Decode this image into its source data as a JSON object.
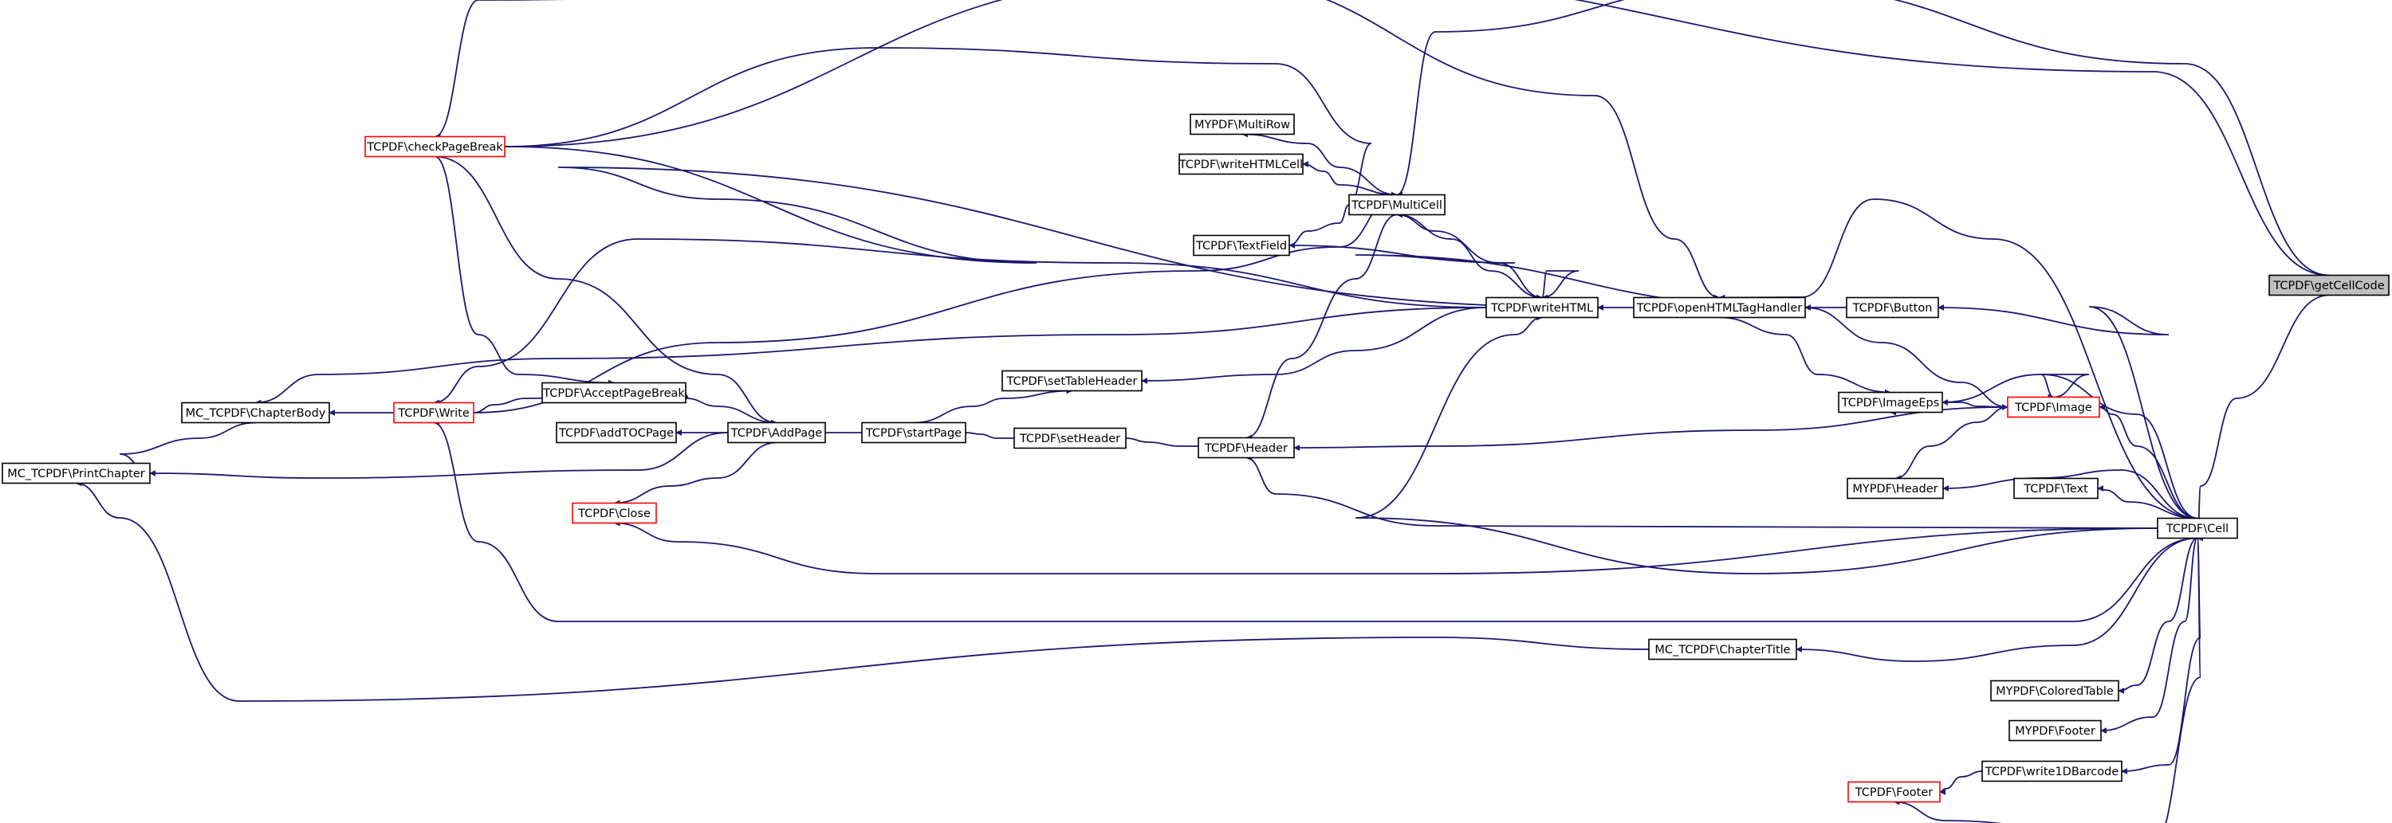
{
  "graph": {
    "type": "call-graph",
    "colors": {
      "edge": "#191970",
      "node_border": "#000000",
      "node_border_truncated": "#ff0000",
      "root_fill": "#bfbfbf",
      "node_fill": "#ffffff"
    },
    "nodes": [
      {
        "id": "getCellCode",
        "label": "TCPDF\\getCellCode",
        "style": "root"
      },
      {
        "id": "Cell",
        "label": "TCPDF\\Cell",
        "style": "normal"
      },
      {
        "id": "Button",
        "label": "TCPDF\\Button",
        "style": "normal"
      },
      {
        "id": "openHTMLTagHandler",
        "label": "TCPDF\\openHTMLTagHandler",
        "style": "normal"
      },
      {
        "id": "writeHTML",
        "label": "TCPDF\\writeHTML",
        "style": "normal"
      },
      {
        "id": "MultiCell",
        "label": "TCPDF\\MultiCell",
        "style": "normal"
      },
      {
        "id": "MultiRow",
        "label": "MYPDF\\MultiRow",
        "style": "normal"
      },
      {
        "id": "writeHTMLCell",
        "label": "TCPDF\\writeHTMLCell",
        "style": "normal"
      },
      {
        "id": "TextField",
        "label": "TCPDF\\TextField",
        "style": "normal"
      },
      {
        "id": "checkPageBreak",
        "label": "TCPDF\\checkPageBreak",
        "style": "red"
      },
      {
        "id": "setTableHeader",
        "label": "TCPDF\\setTableHeader",
        "style": "normal"
      },
      {
        "id": "startPage",
        "label": "TCPDF\\startPage",
        "style": "normal"
      },
      {
        "id": "setHeader",
        "label": "TCPDF\\setHeader",
        "style": "normal"
      },
      {
        "id": "HeaderT",
        "label": "TCPDF\\Header",
        "style": "normal"
      },
      {
        "id": "AddPage",
        "label": "TCPDF\\AddPage",
        "style": "normal"
      },
      {
        "id": "addTOCPage",
        "label": "TCPDF\\addTOCPage",
        "style": "normal"
      },
      {
        "id": "Close",
        "label": "TCPDF\\Close",
        "style": "red"
      },
      {
        "id": "AcceptPageBreak",
        "label": "TCPDF\\AcceptPageBreak",
        "style": "normal"
      },
      {
        "id": "Write",
        "label": "TCPDF\\Write",
        "style": "red"
      },
      {
        "id": "ChapterBody",
        "label": "MC_TCPDF\\ChapterBody",
        "style": "normal"
      },
      {
        "id": "PrintChapter",
        "label": "MC_TCPDF\\PrintChapter",
        "style": "normal"
      },
      {
        "id": "ImageEps",
        "label": "TCPDF\\ImageEps",
        "style": "normal"
      },
      {
        "id": "Image",
        "label": "TCPDF\\Image",
        "style": "red"
      },
      {
        "id": "MYHeader",
        "label": "MYPDF\\Header",
        "style": "normal"
      },
      {
        "id": "Text",
        "label": "TCPDF\\Text",
        "style": "normal"
      },
      {
        "id": "ChapterTitle",
        "label": "MC_TCPDF\\ChapterTitle",
        "style": "normal"
      },
      {
        "id": "ColoredTable",
        "label": "MYPDF\\ColoredTable",
        "style": "normal"
      },
      {
        "id": "MYFooter",
        "label": "MYPDF\\Footer",
        "style": "normal"
      },
      {
        "id": "write1DBarcode",
        "label": "TCPDF\\write1DBarcode",
        "style": "normal"
      },
      {
        "id": "FooterT",
        "label": "TCPDF\\Footer",
        "style": "red"
      }
    ],
    "edges": [
      [
        "getCellCode",
        "Cell"
      ],
      [
        "getCellCode",
        "MultiCell"
      ],
      [
        "getCellCode",
        "checkPageBreak"
      ],
      [
        "Cell",
        "Button"
      ],
      [
        "Cell",
        "openHTMLTagHandler"
      ],
      [
        "Cell",
        "writeHTML"
      ],
      [
        "Cell",
        "ImageEps"
      ],
      [
        "Cell",
        "Image"
      ],
      [
        "Cell",
        "MYHeader"
      ],
      [
        "Cell",
        "Text"
      ],
      [
        "Cell",
        "HeaderT"
      ],
      [
        "Cell",
        "Close"
      ],
      [
        "Cell",
        "Write"
      ],
      [
        "Cell",
        "ChapterTitle"
      ],
      [
        "Cell",
        "ColoredTable"
      ],
      [
        "Cell",
        "MYFooter"
      ],
      [
        "Cell",
        "write1DBarcode"
      ],
      [
        "Cell",
        "FooterT"
      ],
      [
        "Button",
        "openHTMLTagHandler"
      ],
      [
        "openHTMLTagHandler",
        "writeHTML"
      ],
      [
        "openHTMLTagHandler",
        "ImageEps"
      ],
      [
        "openHTMLTagHandler",
        "Image"
      ],
      [
        "MultiCell",
        "MultiRow"
      ],
      [
        "MultiCell",
        "writeHTMLCell"
      ],
      [
        "MultiCell",
        "TextField"
      ],
      [
        "MultiCell",
        "writeHTML"
      ],
      [
        "MultiCell",
        "HeaderT"
      ],
      [
        "writeHTML",
        "MultiCell"
      ],
      [
        "writeHTML",
        "writeHTML"
      ],
      [
        "writeHTML",
        "setTableHeader"
      ],
      [
        "writeHTML",
        "ChapterBody"
      ],
      [
        "writeHTML",
        "Write"
      ],
      [
        "TextField",
        "openHTMLTagHandler"
      ],
      [
        "checkPageBreak",
        "MultiCell"
      ],
      [
        "checkPageBreak",
        "writeHTML"
      ],
      [
        "checkPageBreak",
        "openHTMLTagHandler"
      ],
      [
        "checkPageBreak",
        "AcceptPageBreak"
      ],
      [
        "checkPageBreak",
        "AddPage"
      ],
      [
        "AddPage",
        "AcceptPageBreak"
      ],
      [
        "AddPage",
        "addTOCPage"
      ],
      [
        "AddPage",
        "Close"
      ],
      [
        "AddPage",
        "PrintChapter"
      ],
      [
        "AddPage",
        "startPage"
      ],
      [
        "startPage",
        "setTableHeader"
      ],
      [
        "startPage",
        "setHeader"
      ],
      [
        "setHeader",
        "HeaderT"
      ],
      [
        "Write",
        "AcceptPageBreak"
      ],
      [
        "Write",
        "ChapterBody"
      ],
      [
        "Write",
        "MultiCell"
      ],
      [
        "ChapterBody",
        "PrintChapter"
      ],
      [
        "Image",
        "Image"
      ],
      [
        "Image",
        "ImageEps"
      ],
      [
        "Image",
        "HeaderT"
      ],
      [
        "Image",
        "MYHeader"
      ],
      [
        "ChapterTitle",
        "PrintChapter"
      ],
      [
        "write1DBarcode",
        "FooterT"
      ]
    ]
  }
}
